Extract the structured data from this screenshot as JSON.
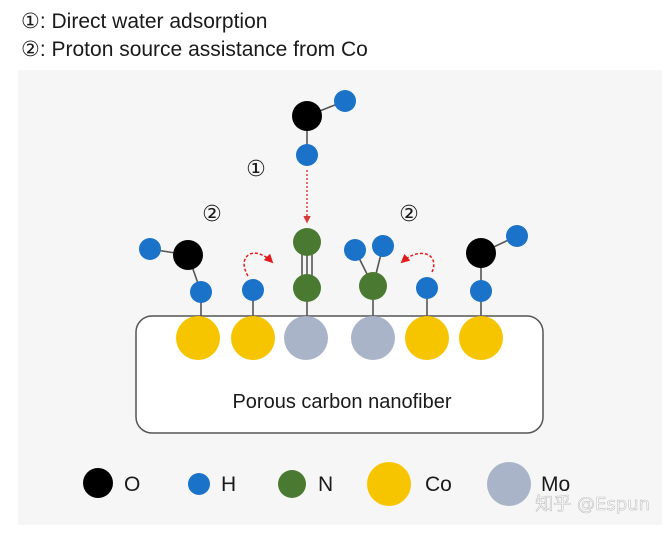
{
  "notes": [
    "①: Direct water adsorption",
    "②: Proton source assistance from Co"
  ],
  "markers": {
    "one": "①",
    "two": "②"
  },
  "substrate_label": "Porous carbon nanofiber",
  "legend": [
    {
      "symbol": "O",
      "color": "#000000"
    },
    {
      "symbol": "H",
      "color": "#1a73c8"
    },
    {
      "symbol": "N",
      "color": "#4a7a32"
    },
    {
      "symbol": "Co",
      "color": "#f7c500"
    },
    {
      "symbol": "Mo",
      "color": "#a9b4c8"
    }
  ],
  "watermark": "知乎 @Espun",
  "colors": {
    "arrow_red": "#e21a1a",
    "dotted_red": "#d63a3a",
    "bond": "#555555",
    "panel_bg": "#f6f6f6"
  }
}
